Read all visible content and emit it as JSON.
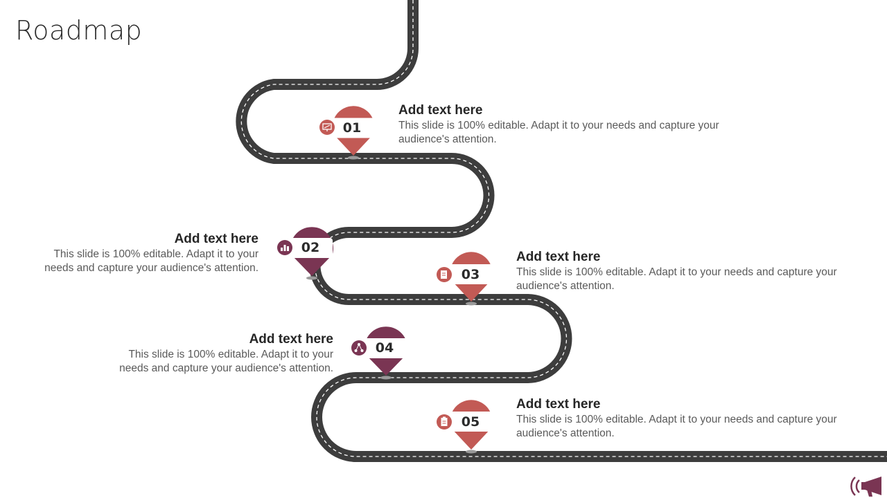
{
  "title": "Roadmap",
  "colors": {
    "road": "#3d3d3d",
    "lane": "#ffffff",
    "red": "#c25a55",
    "maroon": "#7a3553",
    "pin_shadow": "#9a9a9a"
  },
  "steps": [
    {
      "number": "01",
      "heading": "Add text here",
      "description": "This slide is 100% editable. Adapt it to your needs and capture your audience's attention.",
      "color": "red",
      "icon": "presentation-icon"
    },
    {
      "number": "02",
      "heading": "Add text here",
      "description": "This slide is 100% editable. Adapt it to your needs and capture your audience's attention.",
      "color": "maroon",
      "icon": "bar-chart-icon"
    },
    {
      "number": "03",
      "heading": "Add text here",
      "description": "This slide is 100% editable. Adapt it to your needs and capture your audience's attention.",
      "color": "red",
      "icon": "document-icon"
    },
    {
      "number": "04",
      "heading": "Add text here",
      "description": "This slide is 100% editable. Adapt it to your needs and capture your audience's attention.",
      "color": "maroon",
      "icon": "network-icon"
    },
    {
      "number": "05",
      "heading": "Add text here",
      "description": "This slide is 100% editable. Adapt it to your needs and capture your audience's attention.",
      "color": "red",
      "icon": "clipboard-icon"
    }
  ],
  "corner_icon": "megaphone-icon"
}
